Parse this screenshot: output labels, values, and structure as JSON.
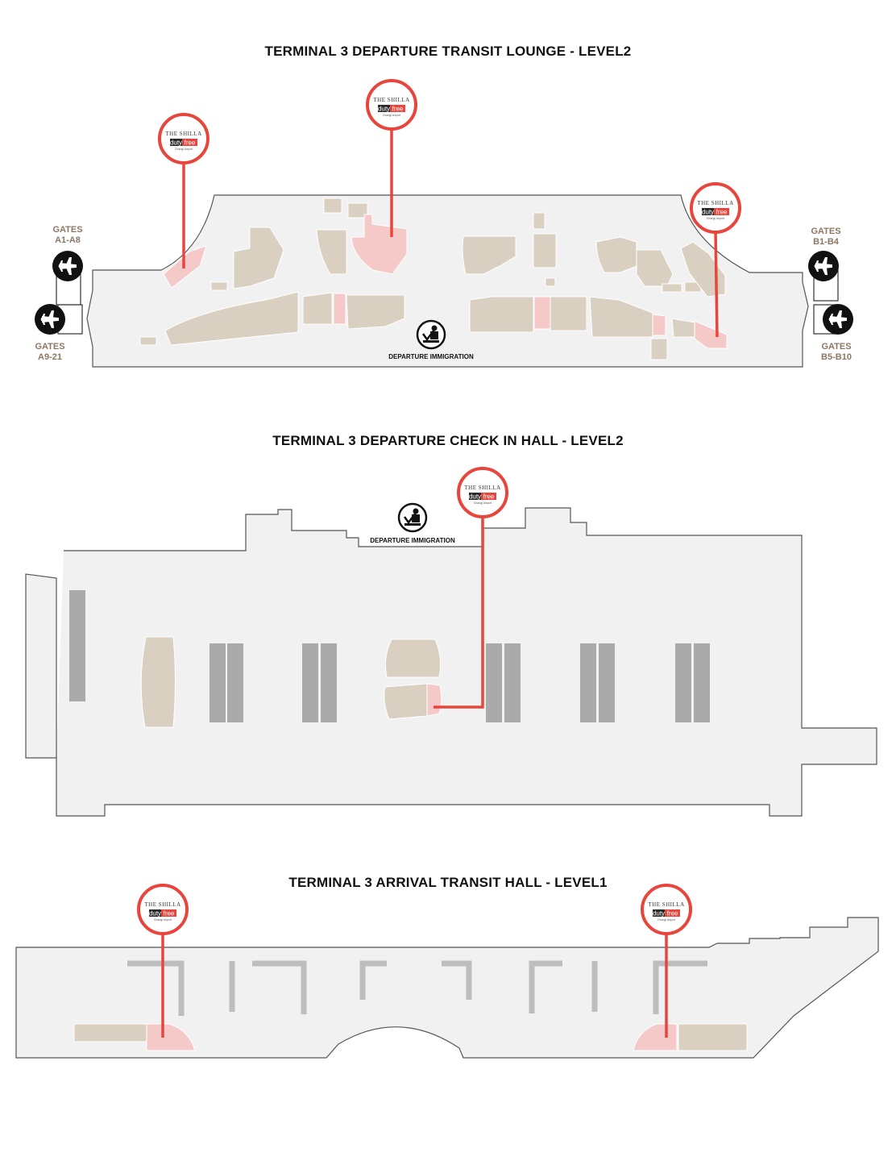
{
  "maps": [
    {
      "title": "TERMINAL 3 DEPARTURE TRANSIT LOUNGE - LEVEL2",
      "gates": [
        {
          "line1": "GATES",
          "line2": "A1-A8"
        },
        {
          "line1": "GATES",
          "line2": "A9-21"
        },
        {
          "line1": "GATES",
          "line2": "B1-B4"
        },
        {
          "line1": "GATES",
          "line2": "B5-B10"
        }
      ],
      "immigration_label": "DEPARTURE IMMIGRATION"
    },
    {
      "title": "TERMINAL 3 DEPARTURE CHECK IN HALL - LEVEL2",
      "immigration_label": "DEPARTURE IMMIGRATION"
    },
    {
      "title": "TERMINAL 3 ARRIVAL TRANSIT HALL - LEVEL1"
    }
  ],
  "logo": {
    "line1": "THE SHILLA",
    "duty": "duty",
    "free": "free",
    "location": "Changi Airport"
  },
  "colors": {
    "floor": "#f1f1f1",
    "shop": "#d9d0c1",
    "shilla_shop": "#f6c9c9",
    "pin": "#e8453c",
    "counter": "#aaaaaa"
  },
  "icons": [
    "airplane-icon",
    "immigration-icon",
    "shilla-duty-free-logo"
  ]
}
